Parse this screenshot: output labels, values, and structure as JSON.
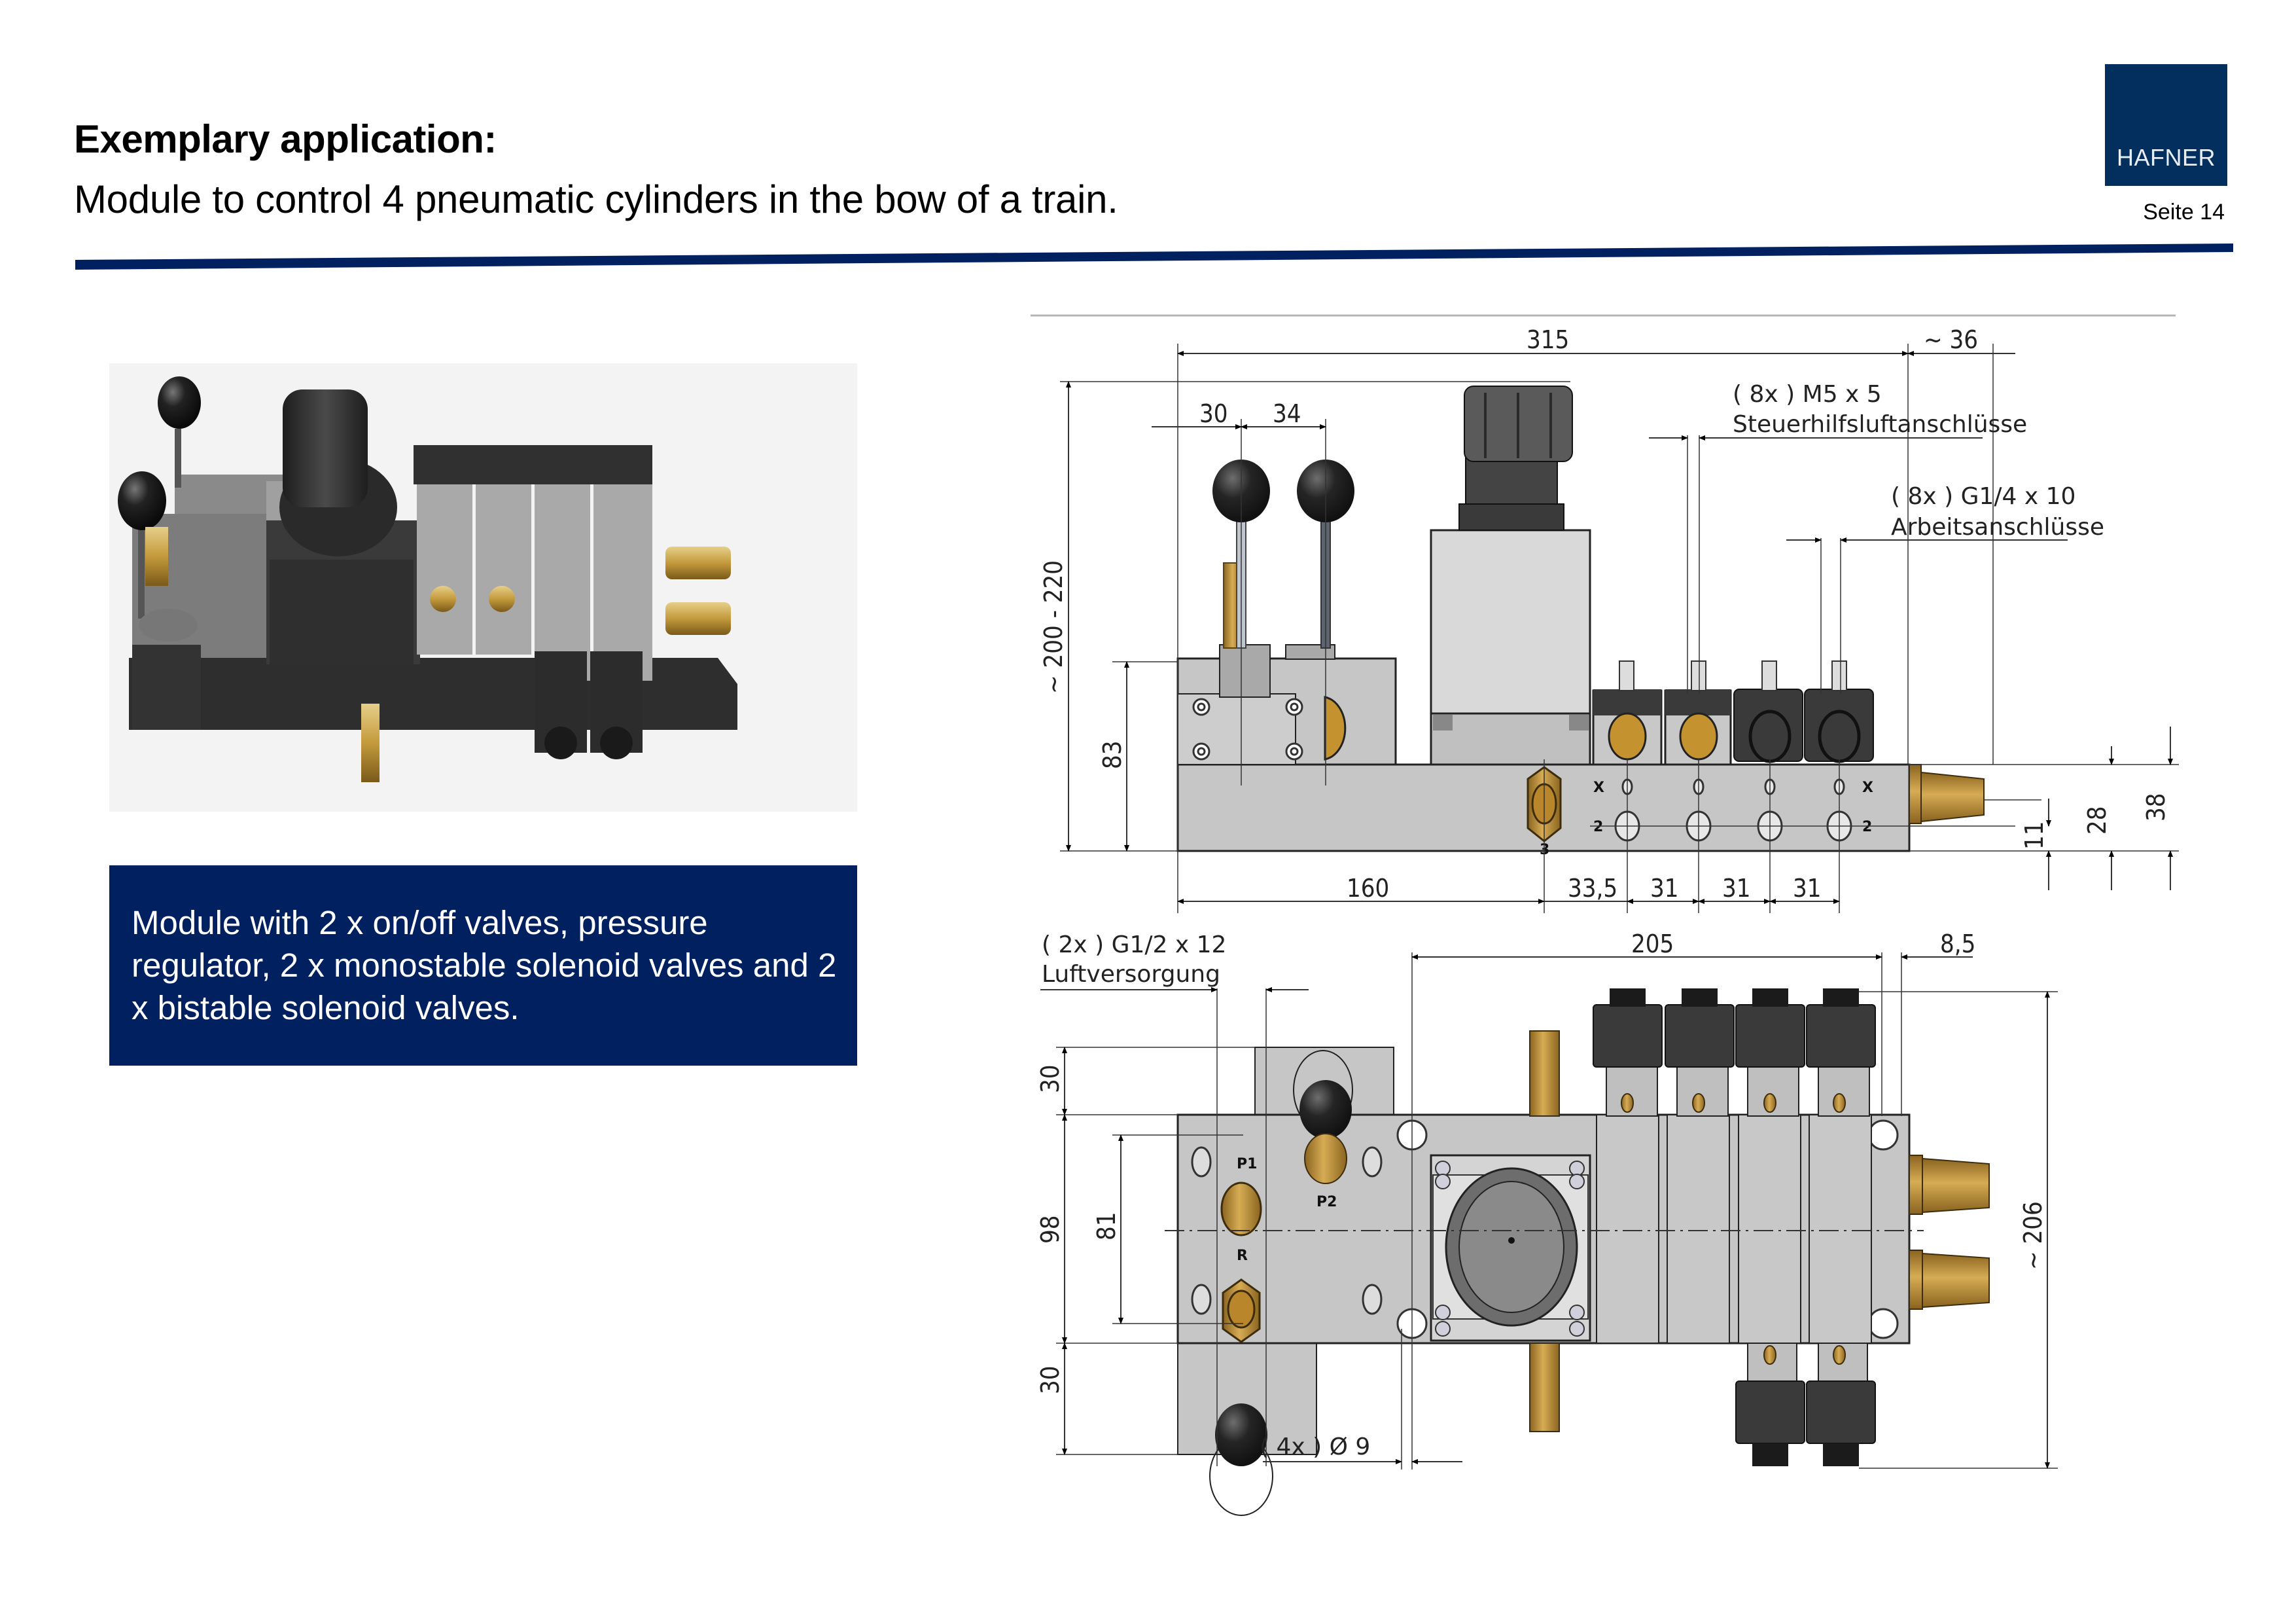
{
  "header": {
    "title": "Exemplary application:",
    "subtitle": "Module to control 4 pneumatic cylinders in the bow of a train.",
    "logo_text": "HAFNER",
    "page_label": "Seite 14"
  },
  "colors": {
    "brand_blue": "#002060",
    "logo_blue": "#032f5f",
    "steel": "#c4c4c4",
    "brass": "#c4922e",
    "coil_dark": "#3a3a3a"
  },
  "description_box": {
    "text": "Module with 2 x on/off valves, pressure regulator, 2 x monostable solenoid valves and 2 x bistable solenoid valves."
  },
  "render_image": {
    "alt": "3D render of pneumatic valve module with two lever valves, pressure regulator and four solenoid valves"
  },
  "drawing": {
    "side_view": {
      "dims": {
        "overall_length": "315",
        "right_overhang": "~ 36",
        "lever_offset_1": "30",
        "lever_offset_2": "34",
        "total_height": "~ 200 - 220",
        "block_height": "83",
        "pos_160": "160",
        "pos_33_5": "33,5",
        "pitch_1": "31",
        "pitch_2": "31",
        "pitch_3": "31",
        "h_11": "11",
        "h_28": "28",
        "h_38": "38"
      },
      "callouts": {
        "m5_spec": "( 8x ) M5 x 5",
        "m5_desc": "Steuerhilfsluftanschlüsse",
        "g14_spec": "( 8x ) G1/4 x 10",
        "g14_desc": "Arbeitsanschlüsse"
      },
      "port_labels": {
        "x_left": "X",
        "x_right": "X",
        "two_left": "2",
        "two_right": "2",
        "three": "3"
      }
    },
    "top_view": {
      "dims": {
        "width_205": "205",
        "offset_8_5": "8,5",
        "h_30_top": "30",
        "h_98": "98",
        "h_81": "81",
        "h_30_bottom": "30",
        "depth_206": "~ 206",
        "hole_spec": "( 4x ) Ø 9"
      },
      "callouts": {
        "g12_spec": "( 2x ) G1/2 x 12",
        "g12_desc": "Luftversorgung"
      },
      "port_labels": {
        "p1": "P1",
        "p2": "P2",
        "r": "R"
      }
    }
  }
}
